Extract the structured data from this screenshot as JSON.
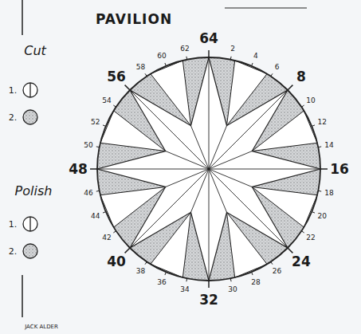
{
  "diagram": {
    "title": "PAVILION",
    "labels": [
      "64",
      "2",
      "4",
      "6",
      "8",
      "10",
      "12",
      "14",
      "16",
      "18",
      "20",
      "22",
      "24",
      "26",
      "28",
      "30",
      "32",
      "34",
      "36",
      "38",
      "40",
      "42",
      "44",
      "46",
      "48",
      "50",
      "52",
      "54",
      "56",
      "58",
      "60",
      "62",
      "Cut",
      "1.",
      "2.",
      "Polish",
      "1.",
      "2.",
      "JACK ALDER"
    ]
  }
}
